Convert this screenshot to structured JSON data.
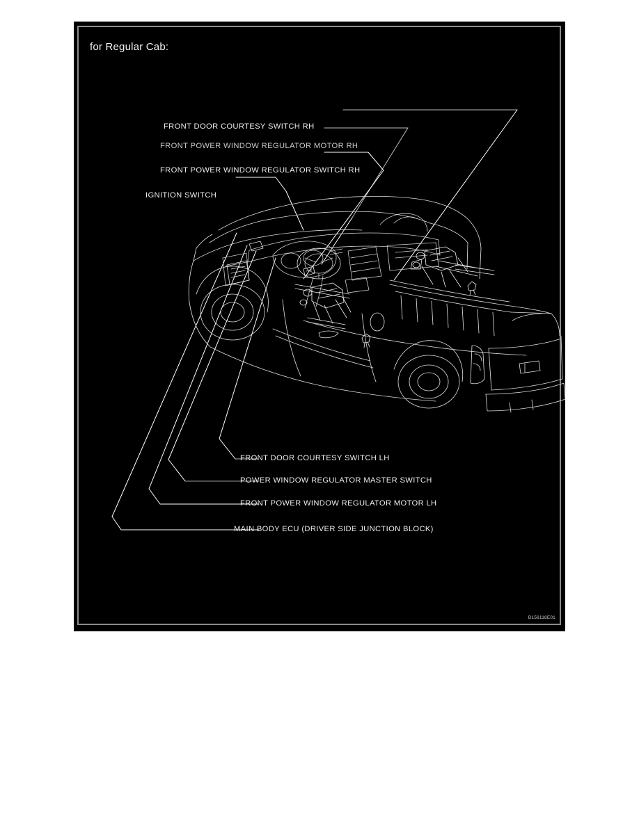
{
  "document": {
    "background_color": "#ffffff",
    "panel_color": "#000000",
    "panel_border_color": "#8c8c8c",
    "line_color": "#ffffff",
    "text_color": "#ededed"
  },
  "figure": {
    "caption": "for Regular Cab:",
    "figure_code": "B156118E01",
    "subject": "pickup truck power window component location diagram"
  },
  "callouts": {
    "top": [
      {
        "id": "front-door-courtesy-switch-rh",
        "label": "FRONT DOOR COURTESY SWITCH RH"
      },
      {
        "id": "front-power-window-regulator-motor-rh",
        "label": "FRONT POWER WINDOW REGULATOR MOTOR RH"
      },
      {
        "id": "front-power-window-regulator-switch-rh",
        "label": "FRONT POWER WINDOW REGULATOR SWITCH RH"
      },
      {
        "id": "ignition-switch",
        "label": "IGNITION SWITCH"
      }
    ],
    "bottom": [
      {
        "id": "front-door-courtesy-switch-lh",
        "label": "FRONT DOOR COURTESY SWITCH LH"
      },
      {
        "id": "power-window-regulator-master-switch",
        "label": "POWER WINDOW REGULATOR MASTER SWITCH"
      },
      {
        "id": "front-power-window-regulator-motor-lh",
        "label": "FRONT POWER WINDOW REGULATOR MOTOR LH"
      },
      {
        "id": "main-body-ecu",
        "label": "MAIN BODY ECU (DRIVER SIDE JUNCTION BLOCK)"
      }
    ]
  }
}
